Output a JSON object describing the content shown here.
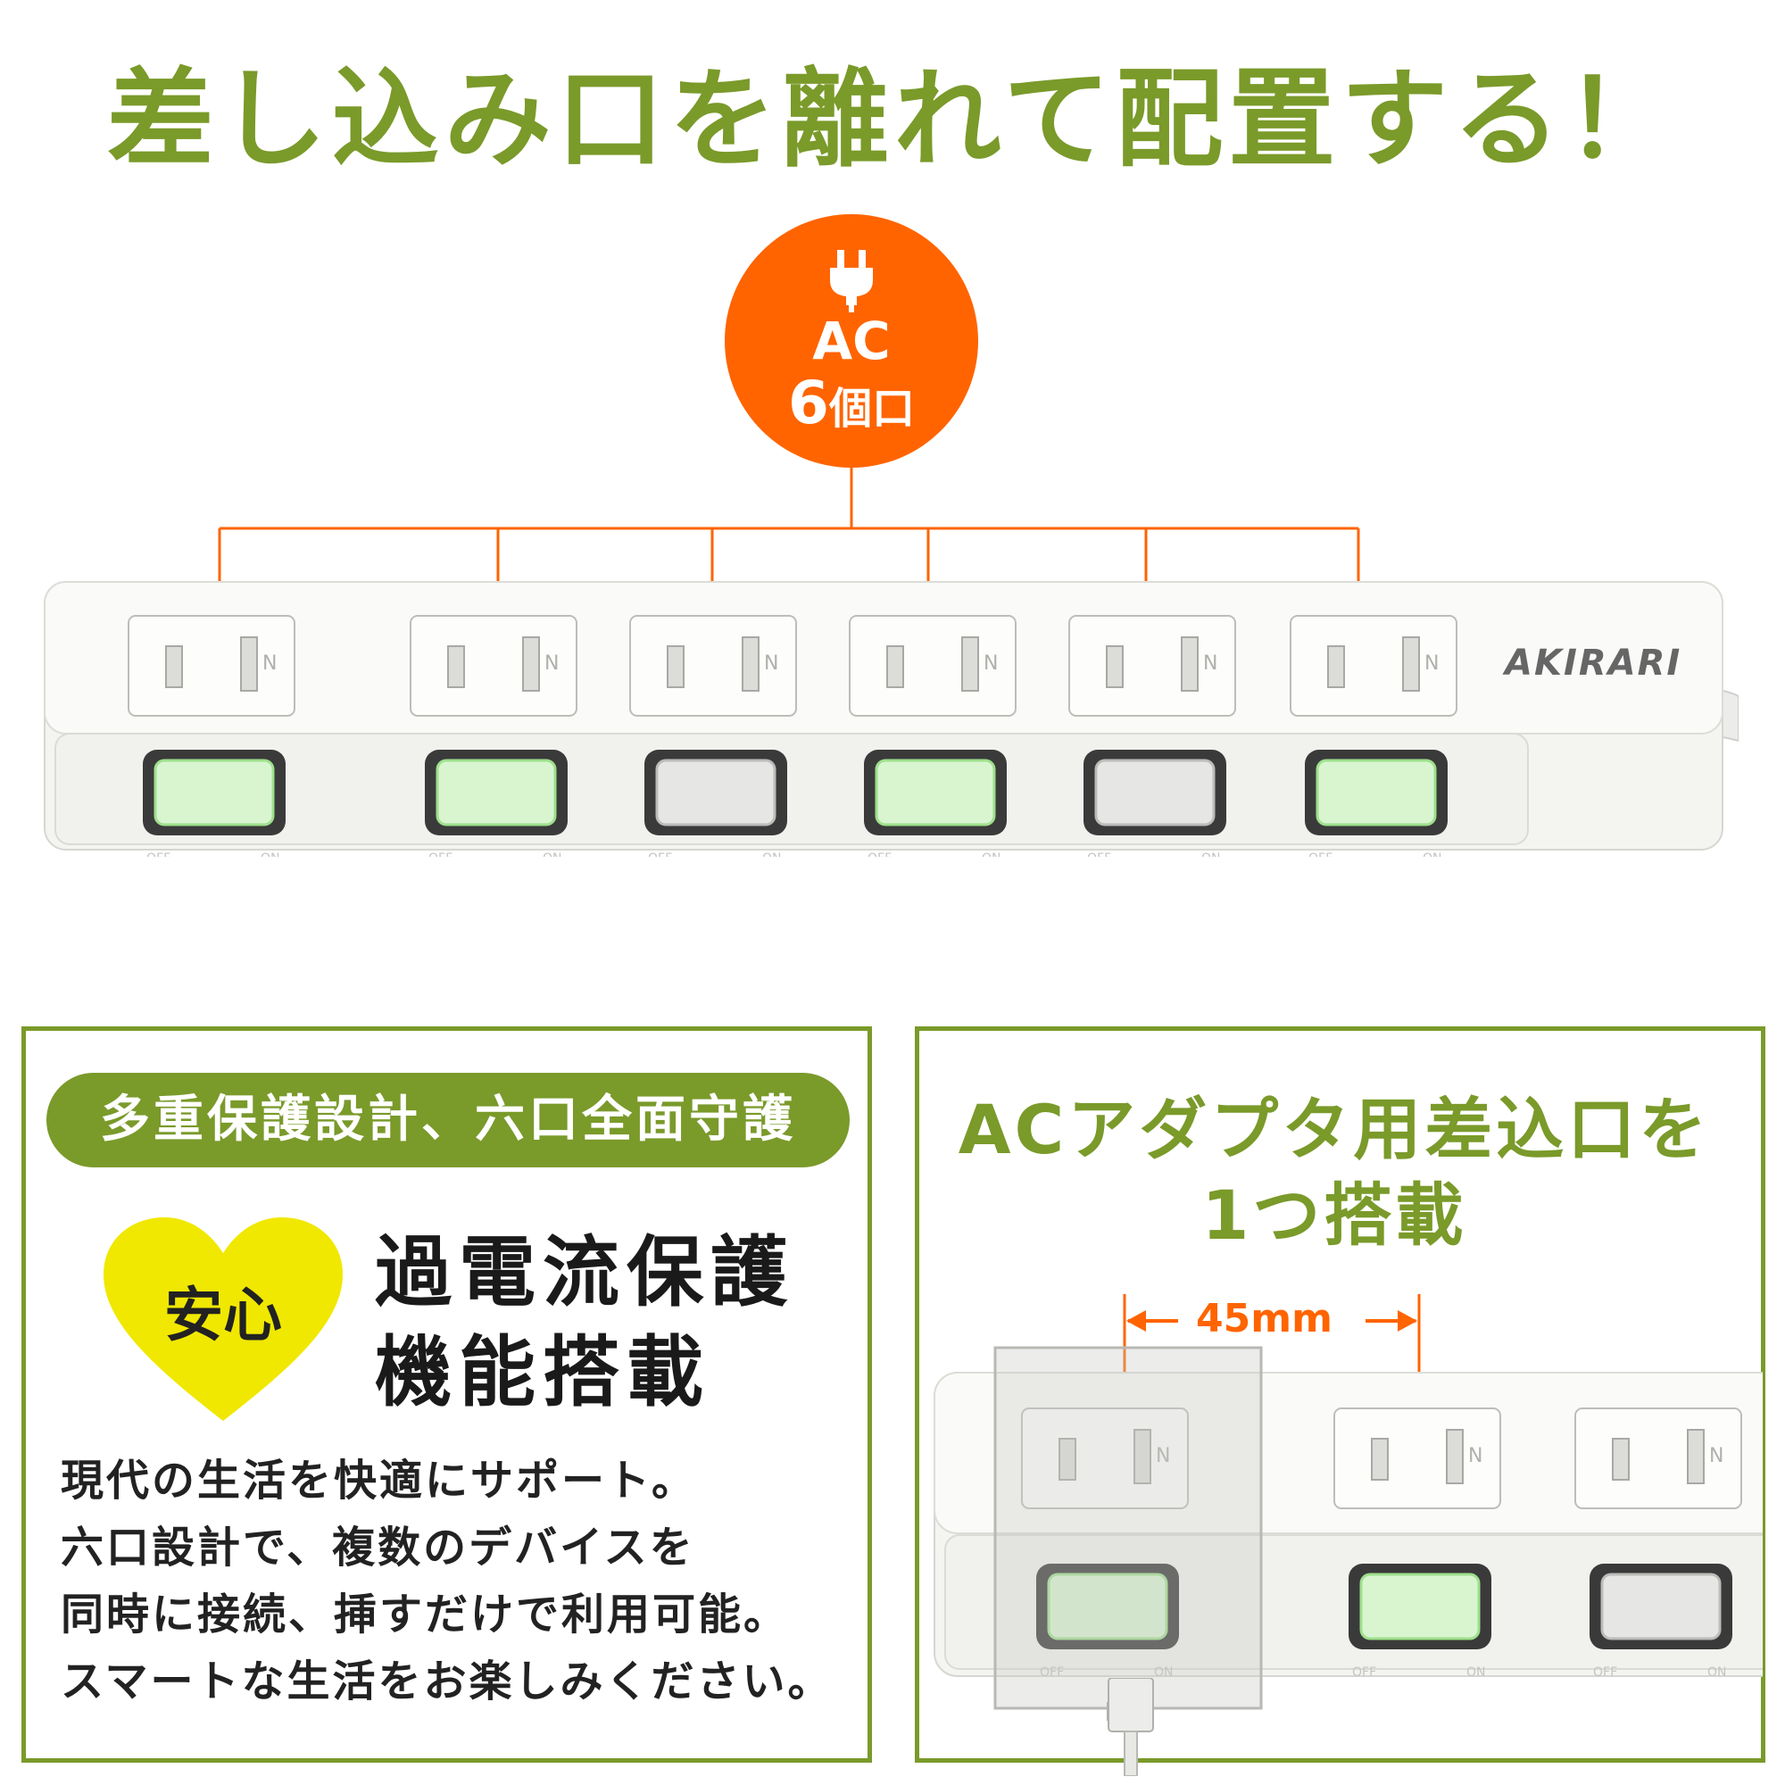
{
  "headline": "差し込み口を離れて配置する！",
  "badge": {
    "ac": "AC",
    "count": "6",
    "unit": "個口",
    "color": "#ff6400"
  },
  "brand": "AKIRARI",
  "outlet_mark": "N",
  "switch": {
    "off": "OFF",
    "on": "ON"
  },
  "switch_states": [
    "on",
    "on",
    "off",
    "on",
    "off",
    "on"
  ],
  "left_panel": {
    "pill": "多重保護設計、六口全面守護",
    "heart_label": "安心",
    "feature_lines": [
      "過電流保護",
      "機能搭載"
    ],
    "description": [
      "現代の生活を快適にサポート。",
      "六口設計で、複数のデバイスを",
      "同時に接続、挿すだけで利用可能。",
      "スマートな生活をお楽しみください。"
    ]
  },
  "right_panel": {
    "title_lines": [
      "ACアダプタ用差込口を",
      "1つ搭載"
    ],
    "dimension": "45mm"
  },
  "colors": {
    "green": "#7a9a2a",
    "orange": "#ff6400",
    "heart": "#f0e800"
  }
}
